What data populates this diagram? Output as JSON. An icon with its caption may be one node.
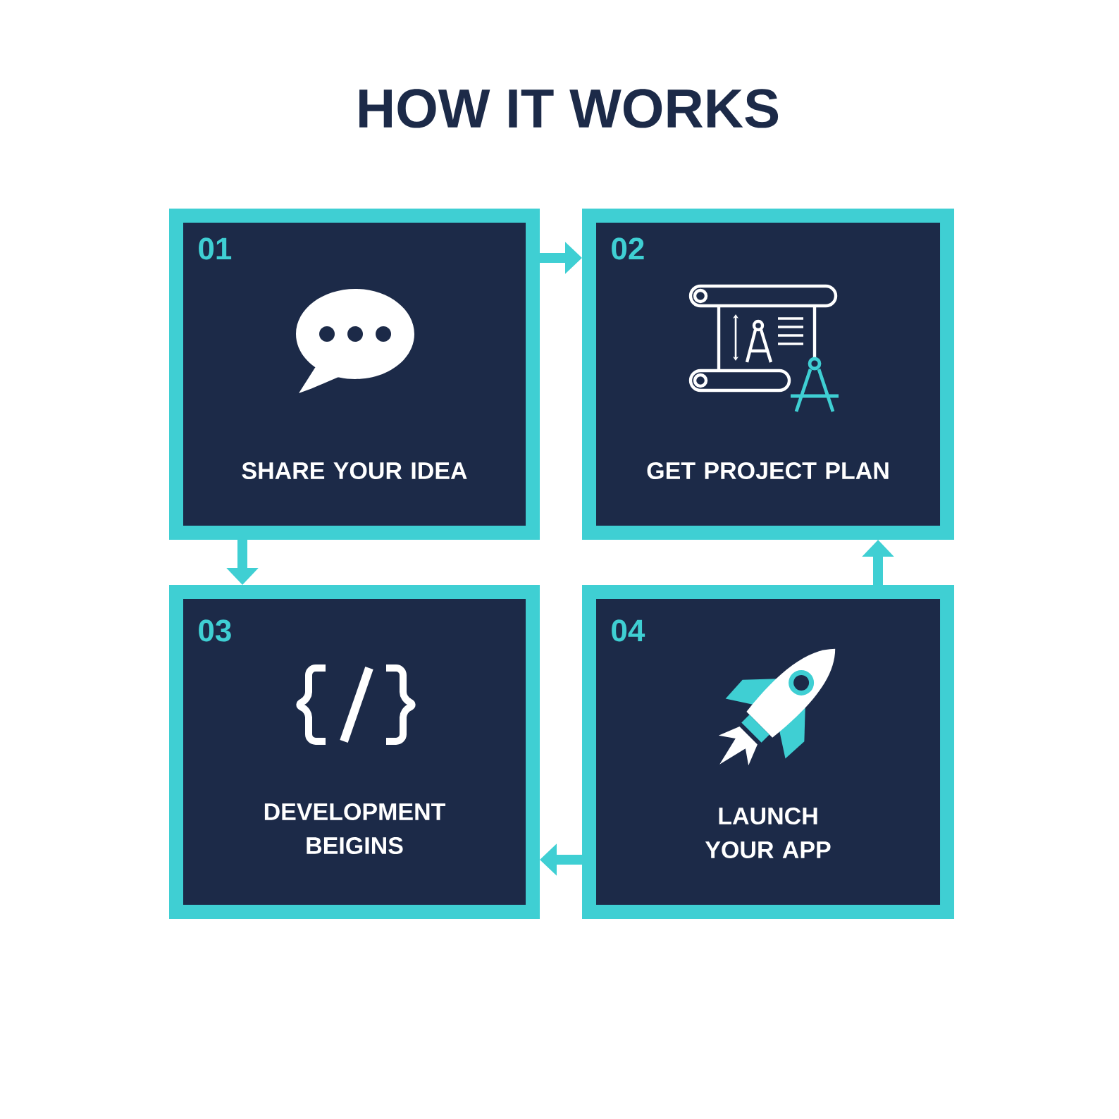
{
  "diagram": {
    "title": "HOW IT WORKS",
    "nodes": [
      {
        "text": [
          "01",
          "SHARE YOUR IDEA"
        ]
      },
      {
        "text": [
          "02",
          "GET PROJECT PLAN"
        ]
      },
      {
        "text": [
          "03",
          "DEVELOPMENT BEIGINS"
        ]
      },
      {
        "text": [
          "04",
          "LAUNCH YOUR APP"
        ]
      }
    ],
    "edges": [
      {
        "from": 0,
        "to": 1,
        "arrow": "to"
      },
      {
        "from": 0,
        "to": 2,
        "arrow": "to"
      },
      {
        "from": 3,
        "to": 1,
        "arrow": "to"
      },
      {
        "from": 3,
        "to": 2,
        "arrow": "to"
      }
    ]
  }
}
